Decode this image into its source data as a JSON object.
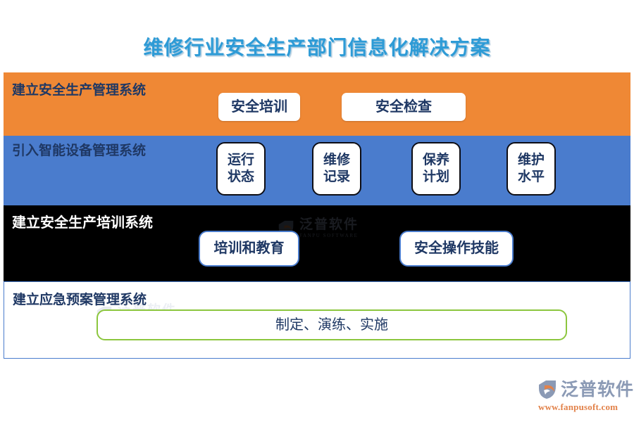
{
  "page": {
    "title": "维修行业安全生产部门信息化解决方案",
    "title_color": "#2e9bd6",
    "background": "#ffffff"
  },
  "bands": [
    {
      "key": "orange",
      "label": "建立安全生产管理系统",
      "background": "#ef8835",
      "label_color": "#1f3864",
      "chips": [
        {
          "key": "anquanpeixun",
          "text": "安全培训",
          "style": "plain"
        },
        {
          "key": "anquanjiancha",
          "text": "安全检查",
          "style": "plain"
        }
      ]
    },
    {
      "key": "blue",
      "label": "引入智能设备管理系统",
      "background": "#4a7ccd",
      "label_color": "#1f3864",
      "chips": [
        {
          "key": "yunxing",
          "text": "运行\n状态",
          "style": "dark"
        },
        {
          "key": "weixiu",
          "text": "维修\n记录",
          "style": "dark"
        },
        {
          "key": "baoyang",
          "text": "保养\n计划",
          "style": "dark"
        },
        {
          "key": "weihu",
          "text": "维护\n水平",
          "style": "dark"
        }
      ]
    },
    {
      "key": "black",
      "label": "建立安全生产培训系统",
      "background": "#000000",
      "label_color": "#ffffff",
      "chips": [
        {
          "key": "peixunjiaoyu",
          "text": "培训和教育",
          "style": "blue-outline"
        },
        {
          "key": "anquanjineng",
          "text": "安全操作技能",
          "style": "blue-outline"
        }
      ]
    },
    {
      "key": "white",
      "label": "建立应急预案管理系统",
      "background": "#ffffff",
      "label_color": "#1f3864",
      "border_color": "#4a7ccd",
      "chips": [
        {
          "key": "zhiding",
          "text": "制定、演练、实施",
          "style": "green-outline"
        }
      ]
    }
  ],
  "watermarks": [
    {
      "key": "black-band",
      "cn": "泛普软件",
      "en": "FANPU SOFTWARE"
    },
    {
      "key": "white-band",
      "cn": "泛普软件",
      "en": "FANPU SOFTWARE"
    }
  ],
  "footer": {
    "brand": "泛普软件",
    "url": "www.fanpusoft.com",
    "brand_color": "#8b9ab5",
    "url_color": "#e2824a",
    "mark_accent": "#e2824a"
  }
}
